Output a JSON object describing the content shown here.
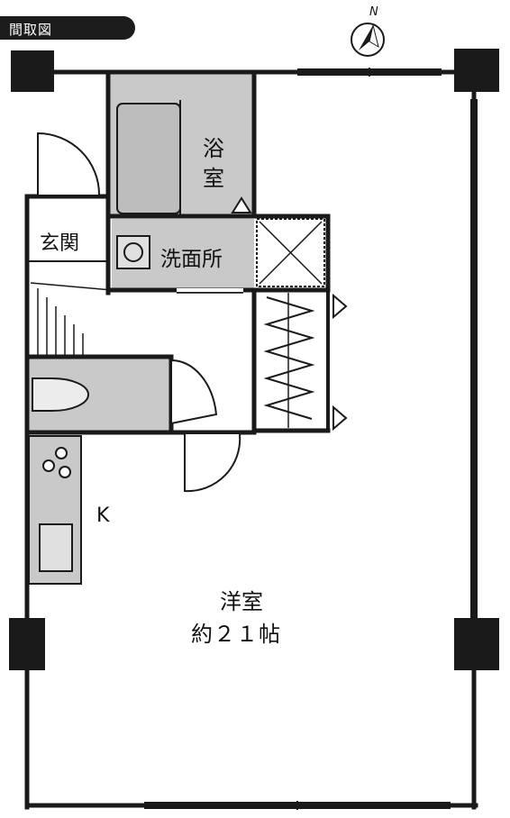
{
  "header": {
    "tag_label": "間取図"
  },
  "compass": {
    "north_label": "N",
    "icon": "north-arrow-icon"
  },
  "rooms": {
    "bath": {
      "label_line1": "浴",
      "label_line2": "室"
    },
    "entrance": {
      "label": "玄関"
    },
    "washroom": {
      "label": "洗面所"
    },
    "kitchen": {
      "label": "K"
    },
    "western_room": {
      "label_line1": "洋室",
      "label_line2": "約２１帖"
    }
  },
  "colors": {
    "wall": "#1a1a1a",
    "fixture_fill": "#c9c9c9",
    "tag_bg": "#1c1c1c"
  }
}
